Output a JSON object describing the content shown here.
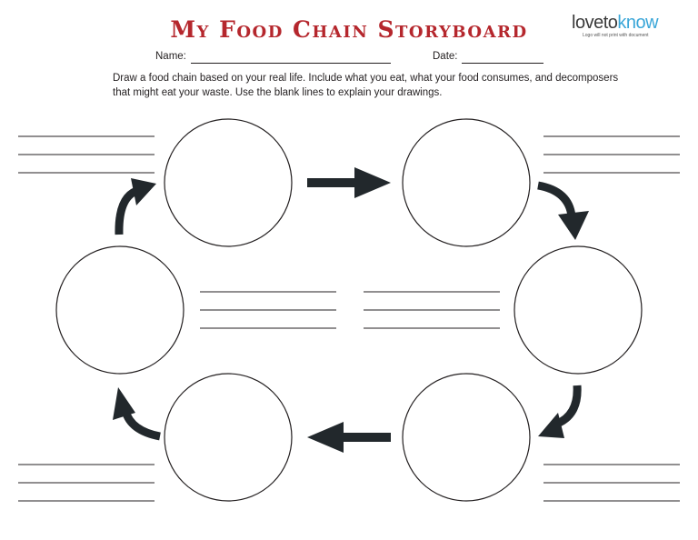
{
  "title": "My Food Chain Storyboard",
  "logo": {
    "name_dark": "loveto",
    "name_blue": "know",
    "note": "Logo will not print with document"
  },
  "form": {
    "name_label": "Name:",
    "date_label": "Date:"
  },
  "instructions": "Draw a food chain based on your real life. Include what you eat, what your food consumes, and decomposers that might eat your waste. Use the blank lines to explain your drawings.",
  "colors": {
    "title": "#b5272d",
    "arrow": "#22282c",
    "ink": "#231f20",
    "logo_blue": "#3aa6d8"
  }
}
